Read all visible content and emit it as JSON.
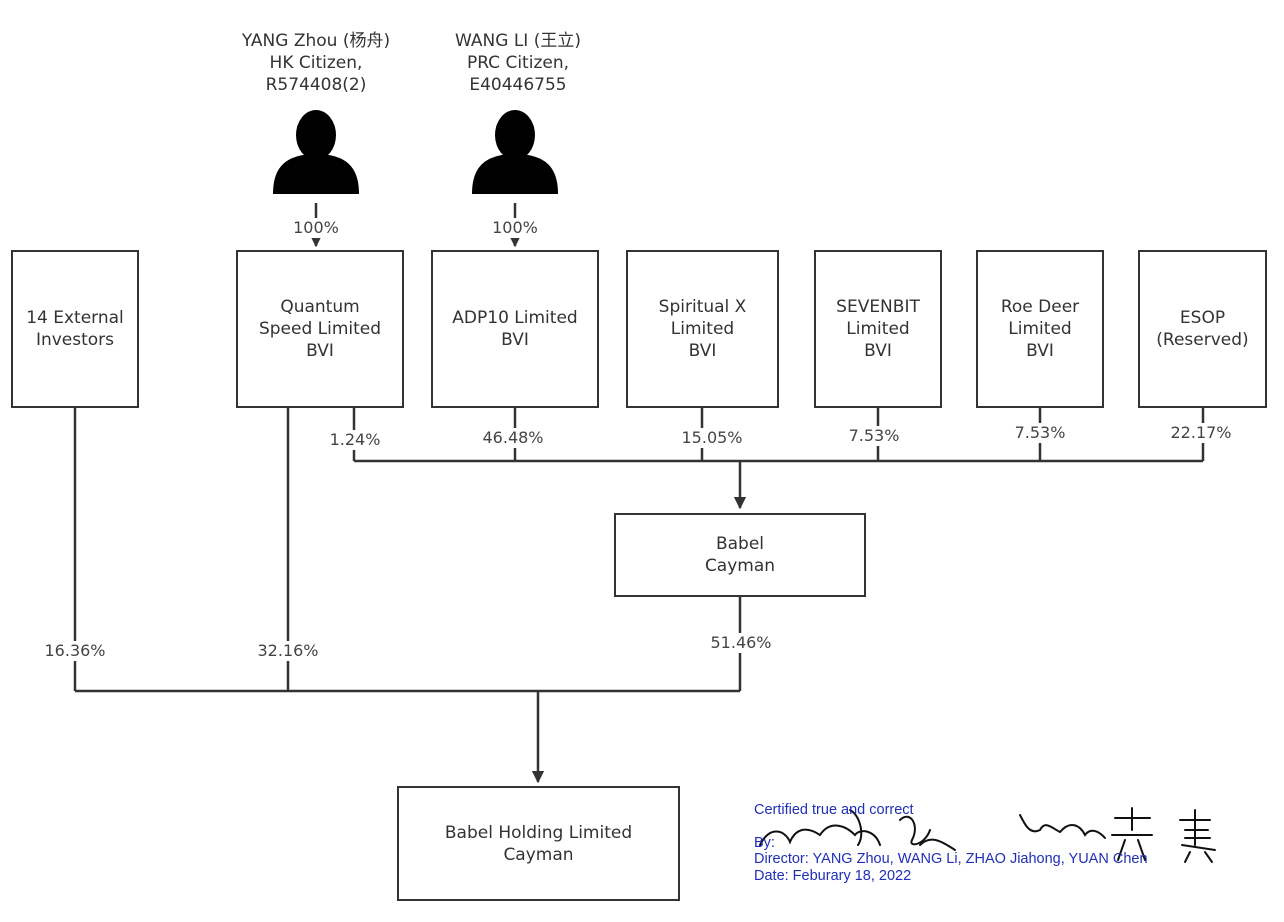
{
  "persons": [
    {
      "name": "YANG Zhou (杨舟)",
      "citizenship": "HK Citizen,",
      "id": "R574408(2)",
      "share": "100%"
    },
    {
      "name": "WANG LI (王立)",
      "citizenship": "PRC Citizen,",
      "id": "E40446755",
      "share": "100%"
    }
  ],
  "entities": [
    {
      "lines": [
        "14 External",
        "Investors"
      ]
    },
    {
      "lines": [
        "Quantum",
        "Speed Limited",
        "BVI"
      ]
    },
    {
      "lines": [
        "ADP10 Limited",
        "BVI"
      ]
    },
    {
      "lines": [
        "Spiritual X",
        "Limited",
        "BVI"
      ]
    },
    {
      "lines": [
        "SEVENBIT",
        "Limited",
        "BVI"
      ]
    },
    {
      "lines": [
        "Roe Deer",
        "Limited",
        "BVI"
      ]
    },
    {
      "lines": [
        "ESOP",
        "(Reserved)"
      ]
    }
  ],
  "cayman_shares": [
    "1.24%",
    "46.48%",
    "15.05%",
    "7.53%",
    "7.53%",
    "22.17%"
  ],
  "babel_cayman": {
    "lines": [
      "Babel",
      "Cayman"
    ]
  },
  "holding_shares": {
    "external": "16.36%",
    "quantum": "32.16%",
    "babel_cayman": "51.46%"
  },
  "babel_holding": {
    "lines": [
      "Babel Holding Limited",
      "Cayman"
    ]
  },
  "certification": {
    "line1": "Certified true and correct",
    "line2": "By:",
    "line3": "Director: YANG Zhou, WANG Li, ZHAO Jiahong, YUAN Chen",
    "line4": "Date: Feburary 18, 2022"
  },
  "colors": {
    "line": "#333333",
    "certify_text": "#1f2fb8"
  }
}
